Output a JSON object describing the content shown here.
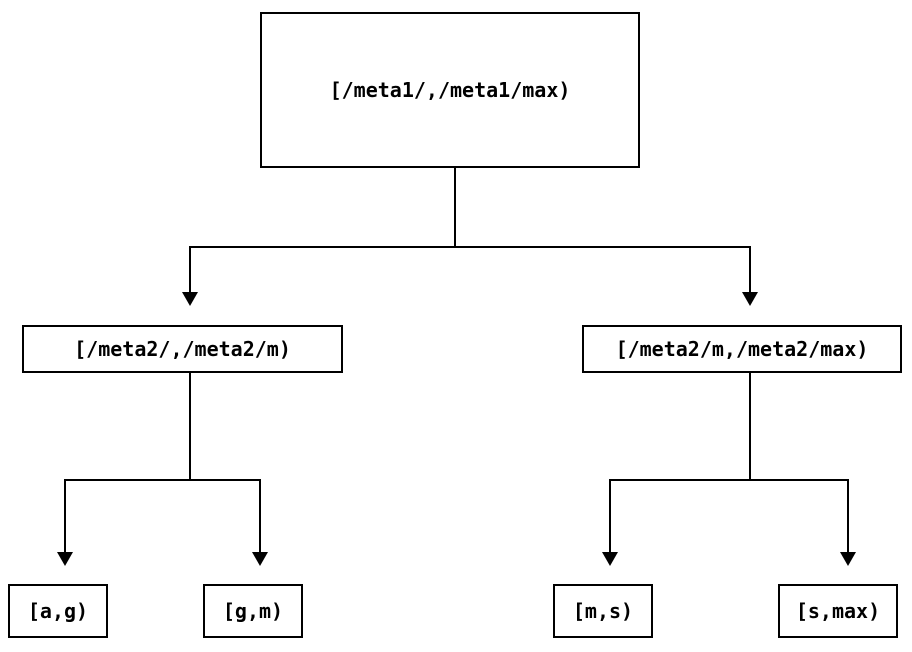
{
  "diagram": {
    "type": "tree",
    "background_color": "#ffffff",
    "line_color": "#000000",
    "text_color": "#000000",
    "nodes": {
      "root": "[/meta1/,/meta1/max)",
      "meta2_low": "[/meta2/,/meta2/m)",
      "meta2_high": "[/meta2/m,/meta2/max)",
      "leaf_ag": "[a,g)",
      "leaf_gm": "[g,m)",
      "leaf_ms": "[m,s)",
      "leaf_smax": "[s,max)"
    },
    "edges": [
      {
        "from": "root",
        "to": "meta2_low"
      },
      {
        "from": "root",
        "to": "meta2_high"
      },
      {
        "from": "meta2_low",
        "to": "leaf_ag"
      },
      {
        "from": "meta2_low",
        "to": "leaf_gm"
      },
      {
        "from": "meta2_high",
        "to": "leaf_ms"
      },
      {
        "from": "meta2_high",
        "to": "leaf_smax"
      }
    ]
  }
}
